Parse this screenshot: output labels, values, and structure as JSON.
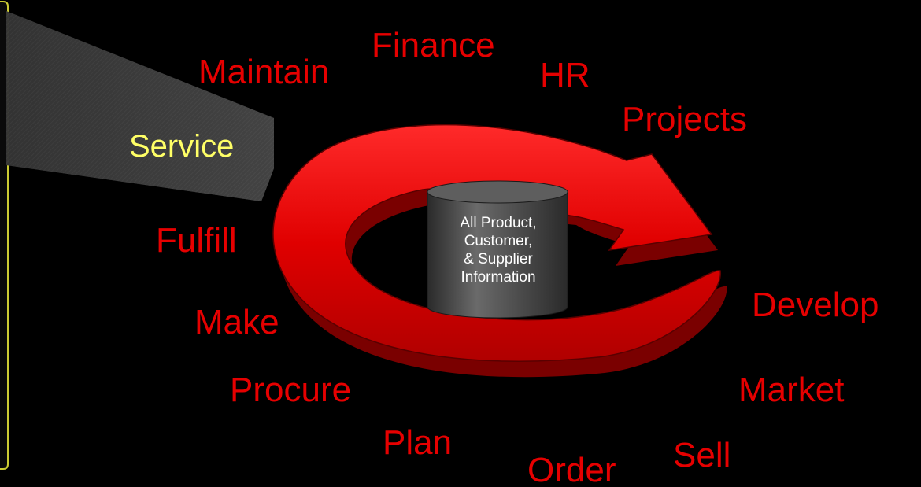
{
  "colors": {
    "background": "#000000",
    "label": "#e60000",
    "highlight_label": "#ffff66",
    "arrow": "#e00000",
    "arrow_shadow": "#8a0000",
    "panel_border": "#cccc33",
    "database": "#444444"
  },
  "database": {
    "icon": "database-cylinder-icon",
    "lines": [
      "All Product,",
      "Customer,",
      "& Supplier",
      "Information"
    ]
  },
  "cycle_arrow": {
    "icon": "circular-arrow-icon"
  },
  "highlighted_process": "Service",
  "labels": {
    "maintain": "Maintain",
    "finance": "Finance",
    "hr": "HR",
    "projects": "Projects",
    "service": "Service",
    "fulfill": "Fulfill",
    "make": "Make",
    "procure": "Procure",
    "plan": "Plan",
    "order": "Order",
    "sell": "Sell",
    "market": "Market",
    "develop": "Develop"
  }
}
